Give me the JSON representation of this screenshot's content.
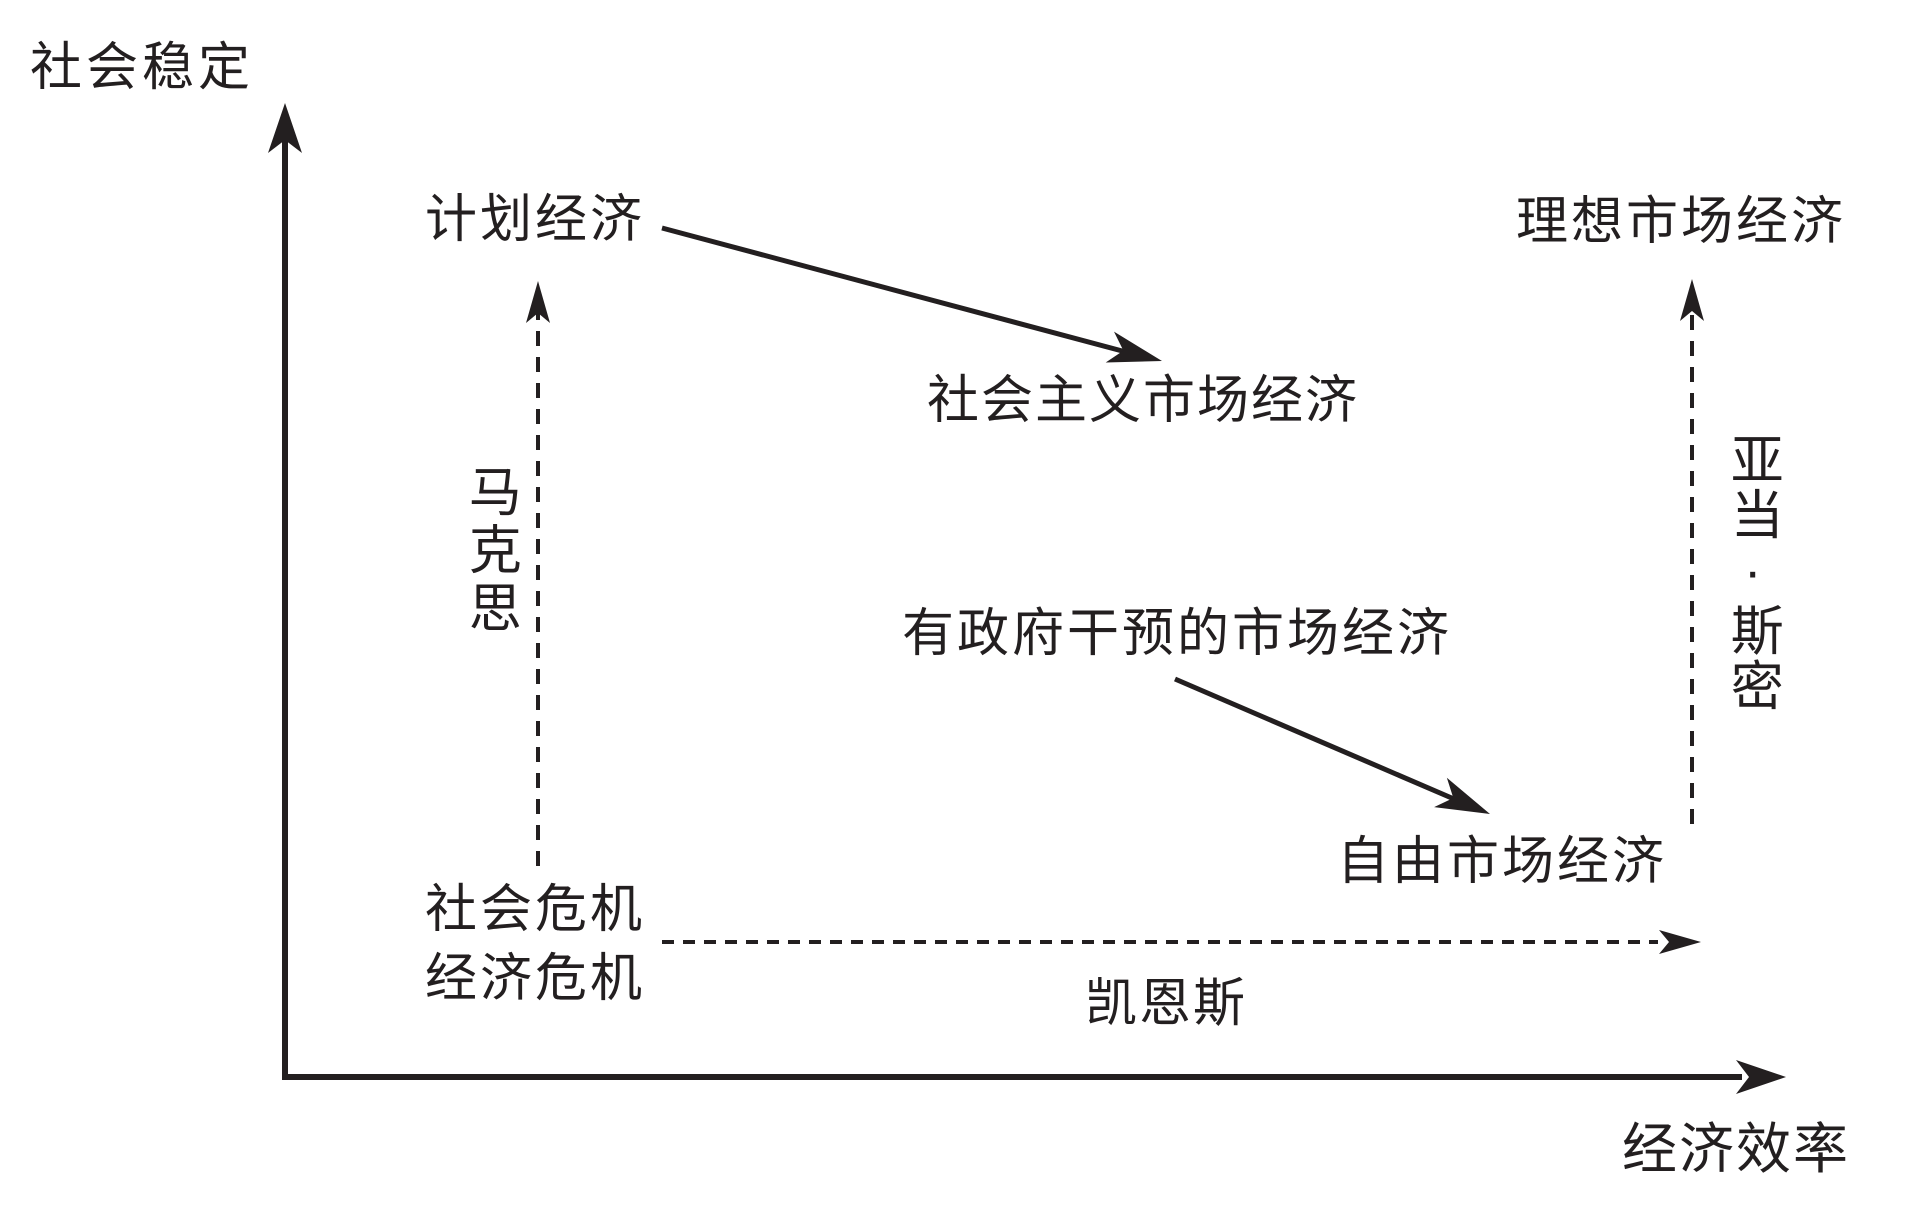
{
  "diagram": {
    "axes": {
      "y_label": "社会稳定",
      "x_label": "经济效率"
    },
    "nodes": {
      "planned_economy": "计划经济",
      "ideal_market_economy": "理想市场经济",
      "socialist_market_economy": "社会主义市场经济",
      "gov_intervention_market_economy": "有政府干预的市场经济",
      "free_market_economy": "自由市场经济",
      "social_crisis": "社会危机",
      "economic_crisis": "经济危机"
    },
    "thinkers": {
      "marx": "马克思",
      "keynes": "凯恩斯",
      "adam_smith": "亚当·斯密"
    },
    "colors": {
      "ink": "#231f20",
      "background": "#ffffff"
    }
  }
}
